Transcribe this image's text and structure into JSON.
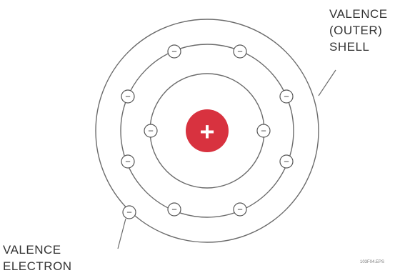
{
  "nucleus": {
    "symbol": "+",
    "color": "#d8323f"
  },
  "electron": {
    "symbol": "−"
  },
  "labels": {
    "valence_shell": [
      "VALENCE",
      "(OUTER)",
      "SHELL"
    ],
    "valence_electron": [
      "VALENCE",
      "ELECTRON"
    ]
  },
  "figure_code": "103F04.EPS"
}
